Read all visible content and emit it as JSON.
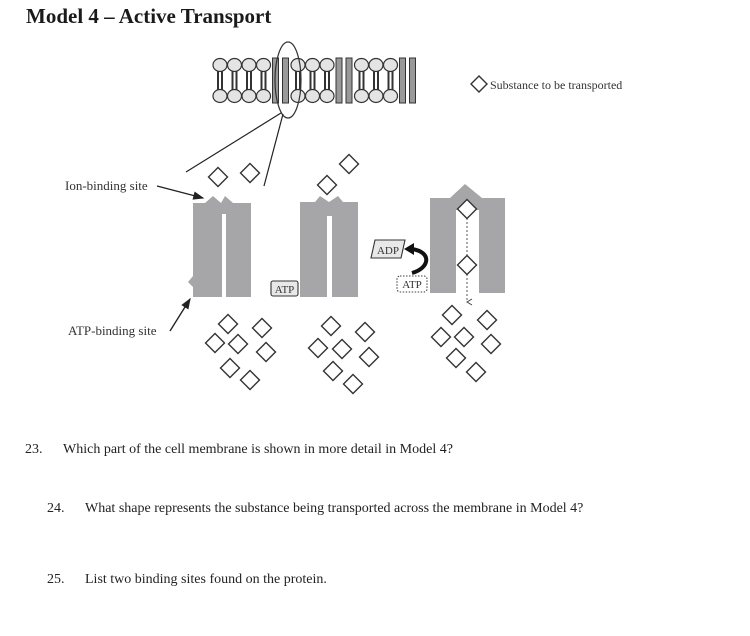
{
  "title": "Model 4 – Active Transport",
  "legend": {
    "icon": "diamond-icon",
    "label": "Substance to be transported"
  },
  "labels": {
    "ion_binding_site": "Ion-binding site",
    "atp_binding_site": "ATP-binding site"
  },
  "molecules": {
    "atp_1": "ATP",
    "adp": "ADP",
    "atp_2": "ATP"
  },
  "colors": {
    "protein": "#a6a6a8",
    "phospholipid_head": "#e4e4e4",
    "outline": "#333333"
  },
  "questions": [
    {
      "number": "23.",
      "text": "Which part of the cell membrane is shown in more detail in Model 4?"
    },
    {
      "number": "24.",
      "text": "What shape represents the substance being transported across the membrane in Model 4?"
    },
    {
      "number": "25.",
      "text": "List two binding sites found on the protein."
    }
  ]
}
